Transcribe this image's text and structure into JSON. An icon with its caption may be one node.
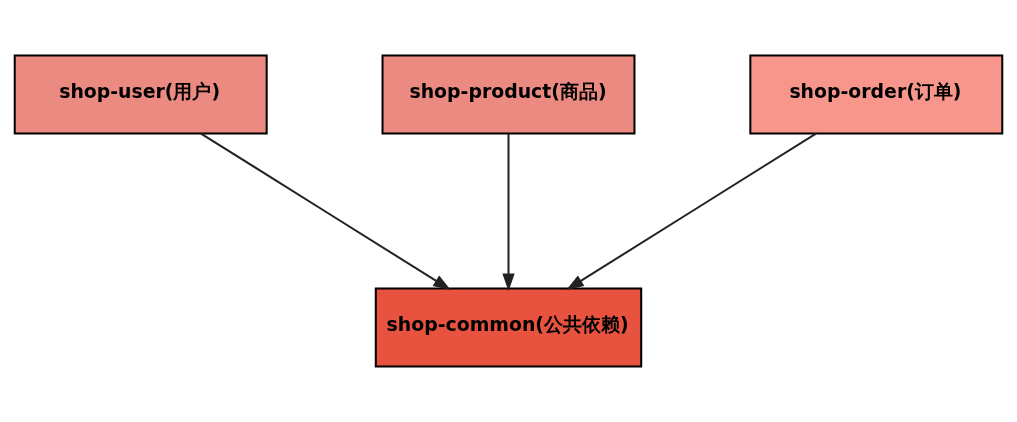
{
  "diagram": {
    "nodes": [
      {
        "text": [
          "shop-user(用户)"
        ]
      },
      {
        "text": [
          "shop-product(商品)"
        ]
      },
      {
        "text": [
          "shop-order(订单)"
        ]
      },
      {
        "text": [
          "shop-common(公共依赖)"
        ]
      }
    ],
    "edges": [
      {
        "from": 0,
        "to": 3,
        "arrow": "to"
      },
      {
        "from": 1,
        "to": 3,
        "arrow": "to"
      },
      {
        "from": 2,
        "to": 3,
        "arrow": "to"
      }
    ]
  }
}
